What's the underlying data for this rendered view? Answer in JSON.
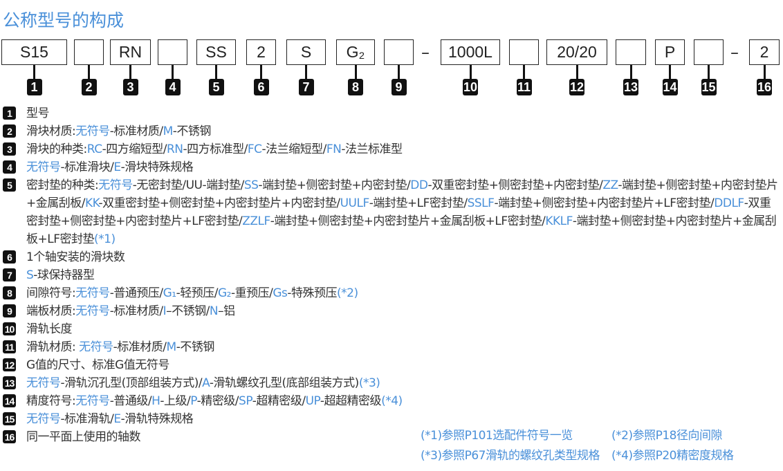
{
  "title": "公称型号的构成",
  "boxes": [
    "S15",
    "",
    "RN",
    "",
    "SS",
    "2",
    "S",
    "G₂",
    "",
    "1000L",
    "",
    "20/20",
    "",
    "P",
    "",
    "2"
  ],
  "dashes": [
    "–",
    "–"
  ],
  "badges": [
    "1",
    "2",
    "3",
    "4",
    "5",
    "6",
    "7",
    "8",
    "9",
    "10",
    "11",
    "12",
    "13",
    "14",
    "15",
    "16"
  ],
  "legend": [
    {
      "n": "1",
      "segments": [
        {
          "t": "型号",
          "b": false
        }
      ]
    },
    {
      "n": "2",
      "segments": [
        {
          "t": "滑块材质:",
          "b": false
        },
        {
          "t": "无符号",
          "b": true
        },
        {
          "t": "-标准材质/",
          "b": false
        },
        {
          "t": "M",
          "b": true
        },
        {
          "t": "-不锈钢",
          "b": false
        }
      ]
    },
    {
      "n": "3",
      "segments": [
        {
          "t": "滑块的种类:",
          "b": false
        },
        {
          "t": "RC",
          "b": true
        },
        {
          "t": "-四方缩短型/",
          "b": false
        },
        {
          "t": "RN",
          "b": true
        },
        {
          "t": "-四方标准型/",
          "b": false
        },
        {
          "t": "FC",
          "b": true
        },
        {
          "t": "-法兰缩短型/",
          "b": false
        },
        {
          "t": "FN",
          "b": true
        },
        {
          "t": "-法兰标准型",
          "b": false
        }
      ]
    },
    {
      "n": "4",
      "segments": [
        {
          "t": "无符号",
          "b": true
        },
        {
          "t": "-标准滑块/",
          "b": false
        },
        {
          "t": "E",
          "b": true
        },
        {
          "t": "-滑块特殊规格",
          "b": false
        }
      ]
    },
    {
      "n": "5",
      "segments": [
        {
          "t": "密封垫的种类:",
          "b": false
        },
        {
          "t": "无符号",
          "b": true
        },
        {
          "t": "-无密封垫/UU-端封垫/",
          "b": false
        },
        {
          "t": "SS",
          "b": true
        },
        {
          "t": "-端封垫+侧密封垫+内密封垫/",
          "b": false
        },
        {
          "t": "DD",
          "b": true
        },
        {
          "t": "-双重密封垫+侧密封垫+内密封垫/",
          "b": false
        },
        {
          "t": "ZZ",
          "b": true
        },
        {
          "t": "-端封垫+侧密封垫+内密封垫片+金属刮板/",
          "b": false
        },
        {
          "t": "KK",
          "b": true
        },
        {
          "t": "-双重密封垫+侧密封垫+内密封垫片+内密封垫/",
          "b": false
        },
        {
          "t": "UULF",
          "b": true
        },
        {
          "t": "-端封垫+LF密封垫/",
          "b": false
        },
        {
          "t": "SSLF",
          "b": true
        },
        {
          "t": "-端封垫+侧密封垫+内密封垫片+LF密封垫/",
          "b": false
        },
        {
          "t": "DDLF",
          "b": true
        },
        {
          "t": "-双重密封垫+侧密封垫+内密封垫片+LF密封垫/",
          "b": false
        },
        {
          "t": "ZZLF",
          "b": true
        },
        {
          "t": "-端封垫+侧密封垫+内密封垫片+金属刮板+LF密封垫/",
          "b": false
        },
        {
          "t": "KKLF",
          "b": true
        },
        {
          "t": "-端封垫+侧密封垫+内密封垫片+金属刮板+LF密封垫",
          "b": false
        },
        {
          "t": "(*1)",
          "b": true
        }
      ]
    },
    {
      "n": "6",
      "segments": [
        {
          "t": "1个轴安装的滑块数",
          "b": false
        }
      ]
    },
    {
      "n": "7",
      "segments": [
        {
          "t": "S",
          "b": true
        },
        {
          "t": "-球保持器型",
          "b": false
        }
      ]
    },
    {
      "n": "8",
      "segments": [
        {
          "t": "间隙符号:",
          "b": false
        },
        {
          "t": "无符号",
          "b": true
        },
        {
          "t": "-普通预压/",
          "b": false
        },
        {
          "t": "G₁",
          "b": true
        },
        {
          "t": "-轻预压/",
          "b": false
        },
        {
          "t": "G₂",
          "b": true
        },
        {
          "t": "-重预压/",
          "b": false
        },
        {
          "t": "Gs",
          "b": true
        },
        {
          "t": "-特殊预压",
          "b": false
        },
        {
          "t": "(*2)",
          "b": true
        }
      ]
    },
    {
      "n": "9",
      "segments": [
        {
          "t": "端板材质:",
          "b": false
        },
        {
          "t": "无符号",
          "b": true
        },
        {
          "t": "-标准材质/",
          "b": false
        },
        {
          "t": "I",
          "b": true
        },
        {
          "t": "–不锈钢/",
          "b": false
        },
        {
          "t": "N",
          "b": true
        },
        {
          "t": "–铝",
          "b": false
        }
      ]
    },
    {
      "n": "10",
      "segments": [
        {
          "t": "滑轨长度",
          "b": false
        }
      ]
    },
    {
      "n": "11",
      "segments": [
        {
          "t": "滑轨材质: ",
          "b": false
        },
        {
          "t": "无符号",
          "b": true
        },
        {
          "t": "-标准材质/",
          "b": false
        },
        {
          "t": "M",
          "b": true
        },
        {
          "t": "-不锈钢",
          "b": false
        }
      ]
    },
    {
      "n": "12",
      "segments": [
        {
          "t": "G值的尺寸、标准G值无符号",
          "b": false
        }
      ]
    },
    {
      "n": "13",
      "segments": [
        {
          "t": "无符号",
          "b": true
        },
        {
          "t": "-滑轨沉孔型(顶部组装方式)/",
          "b": false
        },
        {
          "t": "A",
          "b": true
        },
        {
          "t": "-滑轨螺纹孔型(底部组装方式)",
          "b": false
        },
        {
          "t": "(*3)",
          "b": true
        }
      ]
    },
    {
      "n": "14",
      "segments": [
        {
          "t": "精度符号:",
          "b": false
        },
        {
          "t": "无符号",
          "b": true
        },
        {
          "t": "-普通级/",
          "b": false
        },
        {
          "t": "H",
          "b": true
        },
        {
          "t": "-上级/",
          "b": false
        },
        {
          "t": "P",
          "b": true
        },
        {
          "t": "-精密级/",
          "b": false
        },
        {
          "t": "SP",
          "b": true
        },
        {
          "t": "-超精密级/",
          "b": false
        },
        {
          "t": "UP",
          "b": true
        },
        {
          "t": "-超超精密级",
          "b": false
        },
        {
          "t": "(*4)",
          "b": true
        }
      ]
    },
    {
      "n": "15",
      "segments": [
        {
          "t": "无符号",
          "b": true
        },
        {
          "t": "-标准滑轨/",
          "b": false
        },
        {
          "t": "E",
          "b": true
        },
        {
          "t": "-滑轨特殊规格",
          "b": false
        }
      ]
    },
    {
      "n": "16",
      "segments": [
        {
          "t": "同一平面上使用的轴数",
          "b": false
        }
      ]
    }
  ],
  "notes": [
    "(*1)参照P101选配件符号一览",
    "(*2)参照P18径向间隙",
    "(*3)参照P67滑轨的螺纹孔类型规格",
    "(*4)参照P20精密度规格"
  ],
  "colors": {
    "accent": "#4a90d9",
    "text": "#333333",
    "badge": "#111111"
  }
}
